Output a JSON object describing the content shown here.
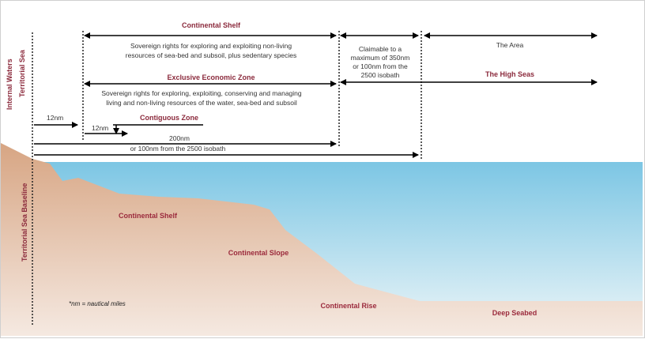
{
  "zones": {
    "internal_waters": "Internal Waters",
    "territorial_sea": "Territorial Sea",
    "territorial_sea_baseline": "Territorial Sea Baseline",
    "continental_shelf": "Continental Shelf",
    "continental_shelf_desc_1": "Sovereign rights for exploring and exploiting non-living",
    "continental_shelf_desc_2": "resources of sea-bed and subsoil, plus sedentary species",
    "eez": "Exclusive Economic Zone",
    "eez_desc_1": "Sovereign rights for exploring, exploiting, conserving and managing",
    "eez_desc_2": "living and non-living resources of the water, sea-bed and subsoil",
    "contiguous_zone": "Contiguous Zone",
    "claimable_1": "Claimable to a",
    "claimable_2": "maximum of 350nm",
    "claimable_3": "or 100nm from the",
    "claimable_4": "2500 isobath",
    "the_area": "The Area",
    "high_seas": "The High Seas"
  },
  "distances": {
    "territorial": "12nm",
    "contiguous": "12nm",
    "eez_1": "200nm",
    "eez_2": "or 100nm from the 2500 isobath"
  },
  "seabed": {
    "shelf": "Continental Shelf",
    "slope": "Continental Slope",
    "rise": "Continental Rise",
    "deep": "Deep Seabed"
  },
  "footnote": "*nm = nautical miles",
  "colors": {
    "label": "#8b2a3c",
    "sea_top": "#7cc6e4",
    "sea_bottom": "#e9f3f6",
    "land_top": "#d9a98a",
    "land_bottom": "#f3e6dd"
  }
}
